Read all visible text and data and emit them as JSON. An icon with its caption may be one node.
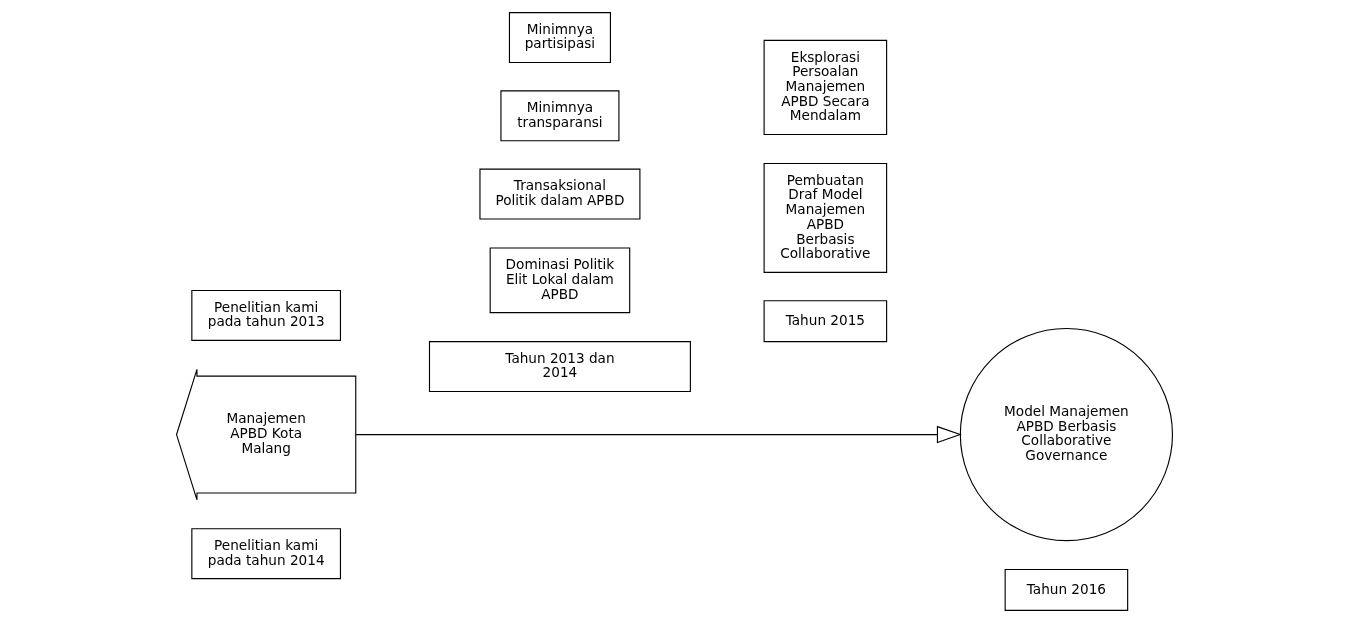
{
  "diagram": {
    "nodes": [
      {
        "text": [
          "Penelitian kami pada tahun 2013"
        ]
      },
      {
        "text": [
          "Minimnya partisipasi"
        ]
      },
      {
        "text": [
          "Minimnya transparansi"
        ]
      },
      {
        "text": [
          "Manajemen APBD Kota Malang"
        ]
      },
      {
        "text": [
          "Transaksional Politik dalam APBD"
        ]
      },
      {
        "text": [
          "Penelitian kami pada tahun 2014"
        ]
      },
      {
        "text": [
          "Dominasi Politik Elit Lokal dalam APBD"
        ]
      },
      {
        "text": [
          "Eksplorasi Persoalan Manajemen APBD Secara Mendalam"
        ]
      },
      {
        "text": [
          "Pembuatan Draf Model Manajemen APBD Berbasis Collaborative"
        ]
      },
      {
        "text": [
          "Model Manajemen APBD Berbasis Collaborative Governance"
        ]
      },
      {
        "text": [
          "Tahun 2013 dan 2014"
        ]
      },
      {
        "text": [
          "Tahun 2015"
        ]
      },
      {
        "text": [
          "Tahun 2016"
        ]
      }
    ],
    "edges": [
      {
        "from": 3,
        "to": 9,
        "arrow": "to"
      }
    ]
  }
}
